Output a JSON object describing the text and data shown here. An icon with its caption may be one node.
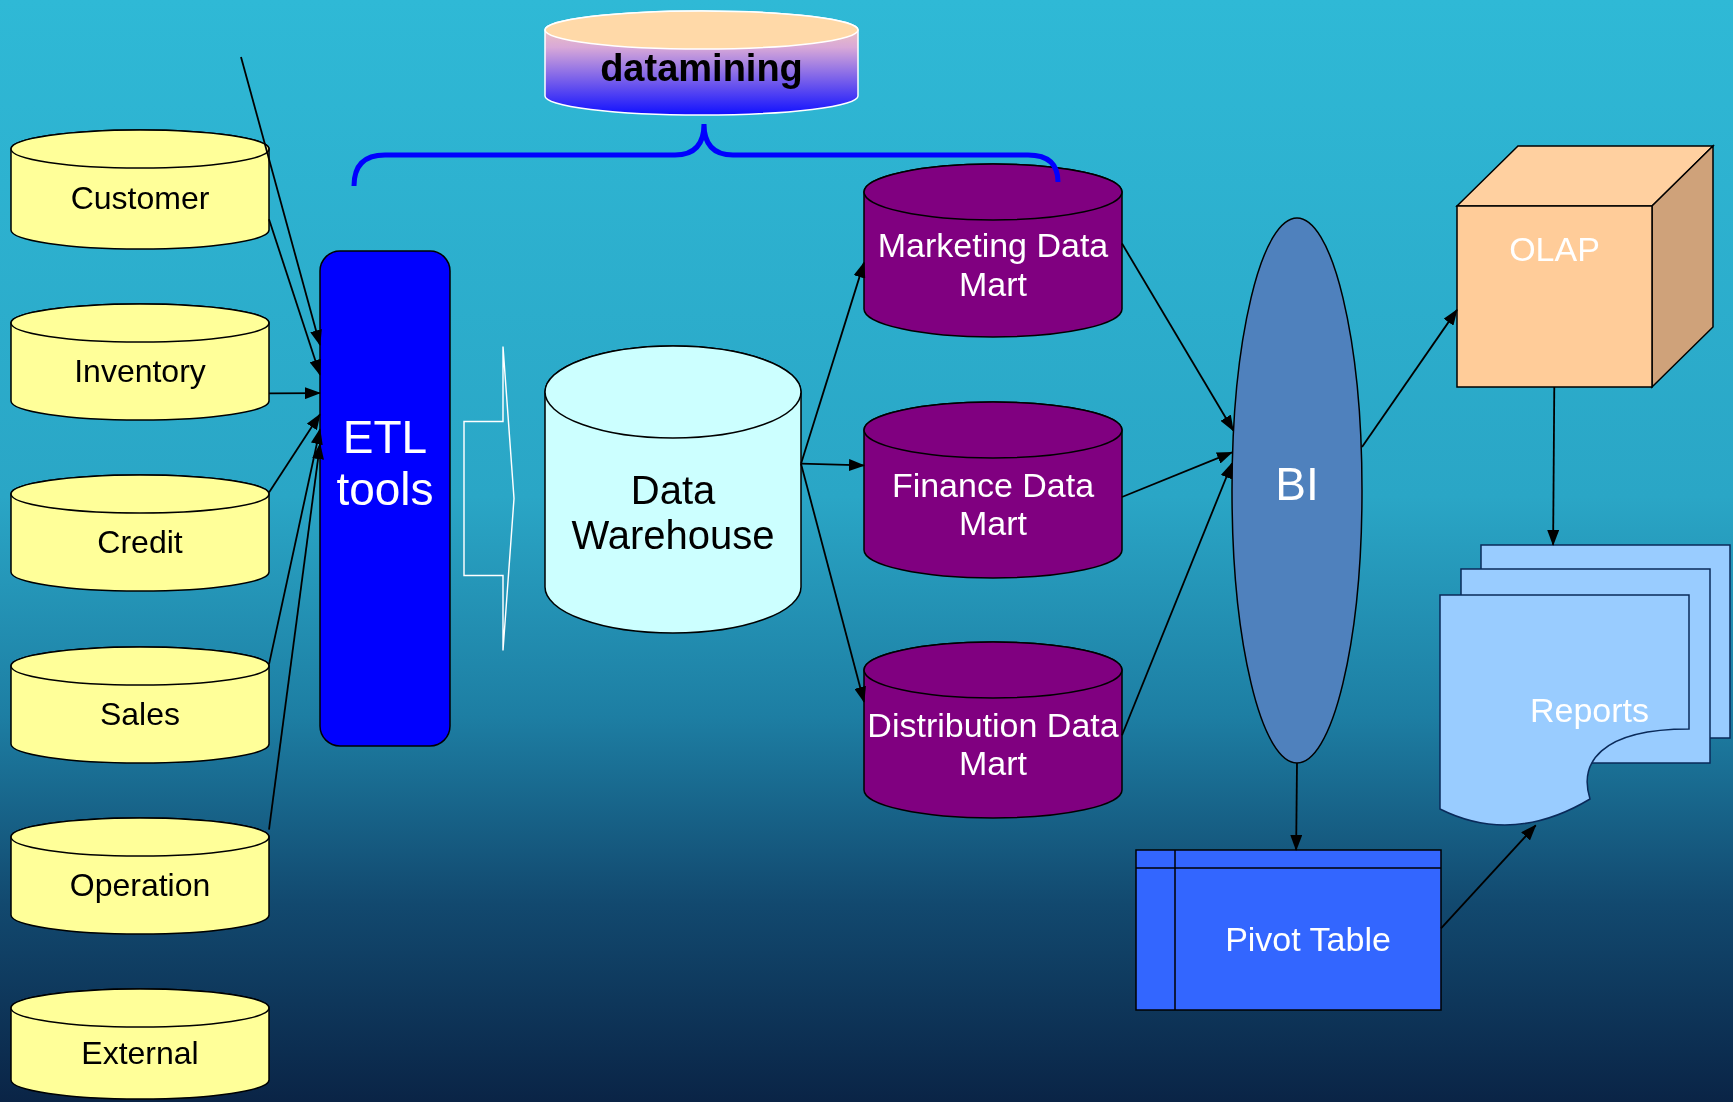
{
  "diagram": {
    "nodes": [
      {
        "text": [
          "Customer"
        ]
      },
      {
        "text": [
          "Inventory"
        ]
      },
      {
        "text": [
          "Credit"
        ]
      },
      {
        "text": [
          "Sales"
        ]
      },
      {
        "text": [
          "Operation"
        ]
      },
      {
        "text": [
          "External"
        ]
      },
      {
        "text": [
          "ETL tools"
        ]
      },
      {
        "text": [
          "datamining"
        ]
      },
      {
        "text": [
          "Data Warehouse"
        ]
      },
      {
        "text": [
          "Marketing Data Mart"
        ]
      },
      {
        "text": [
          "Finance Data Mart"
        ]
      },
      {
        "text": [
          "Distribution Data Mart"
        ]
      },
      {
        "text": [
          "BI"
        ]
      },
      {
        "text": [
          "OLAP"
        ]
      },
      {
        "text": [
          "Reports"
        ]
      },
      {
        "text": [
          "Pivot Table"
        ]
      }
    ],
    "edges": [
      {
        "from": null,
        "to": 6,
        "arrow": "to"
      },
      {
        "from": 0,
        "to": 6,
        "arrow": "to"
      },
      {
        "from": 1,
        "to": 6,
        "arrow": "to"
      },
      {
        "from": 2,
        "to": 6,
        "arrow": "to"
      },
      {
        "from": 3,
        "to": 6,
        "arrow": "to"
      },
      {
        "from": 4,
        "to": 6,
        "arrow": "to"
      },
      {
        "from": 6,
        "to": 8,
        "arrow": "to"
      },
      {
        "from": 8,
        "to": 9,
        "arrow": "to"
      },
      {
        "from": 8,
        "to": 10,
        "arrow": "to"
      },
      {
        "from": 8,
        "to": 11,
        "arrow": "to"
      },
      {
        "from": 9,
        "to": 12,
        "arrow": "to"
      },
      {
        "from": 10,
        "to": 12,
        "arrow": "to"
      },
      {
        "from": 11,
        "to": 12,
        "arrow": "to"
      },
      {
        "from": 12,
        "to": 13,
        "arrow": "to"
      },
      {
        "from": 13,
        "to": 14,
        "arrow": "to"
      },
      {
        "from": 12,
        "to": 15,
        "arrow": "to"
      },
      {
        "from": 15,
        "to": 14,
        "arrow": "to"
      }
    ]
  }
}
